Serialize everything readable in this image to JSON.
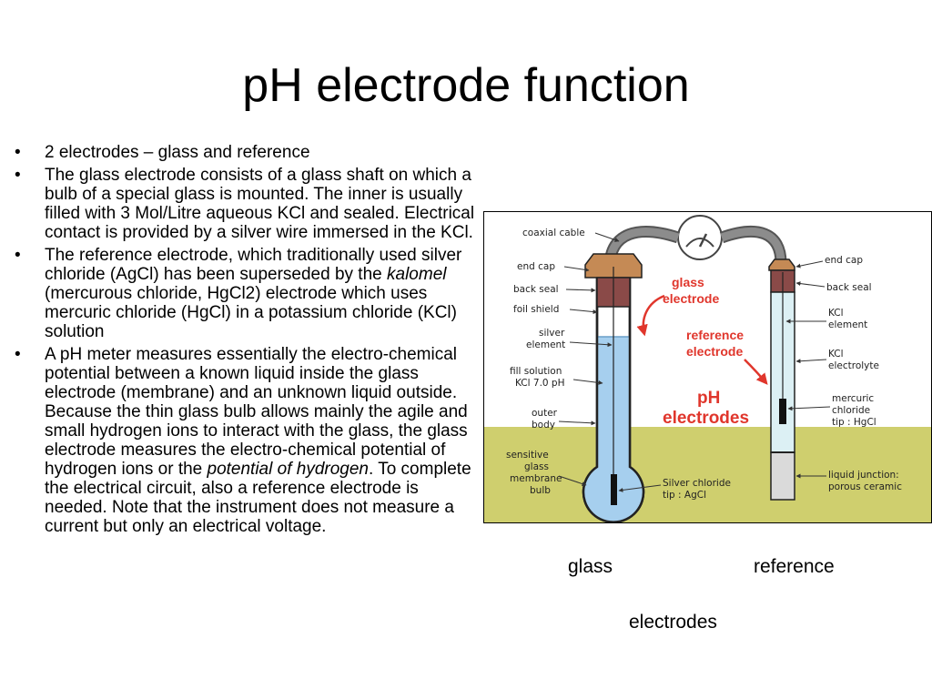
{
  "slide": {
    "title": "pH electrode function",
    "bullets": [
      {
        "parts": [
          {
            "text": "2 electrodes – glass and reference",
            "italic": false
          }
        ]
      },
      {
        "parts": [
          {
            "text": "The glass electrode consists of a glass shaft on which a bulb of a special glass is mounted. The inner is usually filled with 3 Mol/Litre aqueous KCl and sealed. Electrical contact is provided by a silver wire immersed in the KCl.",
            "italic": false
          }
        ]
      },
      {
        "parts": [
          {
            "text": "The reference electrode, which traditionally used silver chloride (AgCl) has been superseded by the ",
            "italic": false
          },
          {
            "text": "kalomel",
            "italic": true
          },
          {
            "text": " (mercurous chloride, HgCl2) electrode which uses mercuric chloride (HgCl) in a potassium chloride (KCl) solution",
            "italic": false
          }
        ]
      },
      {
        "parts": [
          {
            "text": "A pH meter measures essentially the electro-chemical potential between a known liquid inside the glass electrode (membrane) and an unknown liquid outside. Because the thin glass bulb allows mainly the agile and small hydrogen ions to interact with the glass, the glass electrode measures the electro-chemical potential of hydrogen ions or the ",
            "italic": false
          },
          {
            "text": "potential of hydrogen",
            "italic": true
          },
          {
            "text": ". To complete the electrical circuit, also a reference electrode is needed. Note that the instrument does not measure a current but only an electrical voltage.",
            "italic": false
          }
        ]
      }
    ],
    "captions": {
      "glass": "glass",
      "reference": "reference",
      "electrodes": "electrodes"
    }
  },
  "diagram": {
    "left_labels": {
      "coaxial_cable": "coaxial cable",
      "end_cap": "end cap",
      "back_seal": "back seal",
      "foil_shield": "foil shield",
      "silver_element_1": "silver",
      "silver_element_2": "element",
      "fill_solution_1": "fill solution",
      "fill_solution_2": "KCl 7.0 pH",
      "outer_body_1": "outer",
      "outer_body_2": "body",
      "sensitive_1": "sensitive",
      "sensitive_2": "glass",
      "sensitive_3": "membrane",
      "sensitive_4": "bulb"
    },
    "right_labels": {
      "end_cap": "end cap",
      "back_seal": "back seal",
      "kcl_element_1": "KCl",
      "kcl_element_2": "element",
      "kcl_electrolyte_1": "KCl",
      "kcl_electrolyte_2": "electrolyte",
      "mercuric_1": "mercuric",
      "mercuric_2": "chloride",
      "mercuric_3": "tip : HgCl",
      "junction_1": "liquid junction:",
      "junction_2": "porous ceramic"
    },
    "center_labels": {
      "silver_chloride_1": "Silver chloride",
      "silver_chloride_2": "tip : AgCl",
      "glass_electrode_1": "glass",
      "glass_electrode_2": "electrode",
      "reference_electrode_1": "reference",
      "reference_electrode_2": "electrode",
      "ph_electrodes_1": "pH",
      "ph_electrodes_2": "electrodes"
    },
    "colors": {
      "solution": "#cfcf6e",
      "fill_liquid": "#a6cfee",
      "end_cap": "#c58a55",
      "back_seal": "#8a4a48",
      "reference_tube": "#dcf0f4",
      "junction": "#dadada",
      "cable": "#8c8c8c",
      "callout_red": "#e0362c"
    }
  }
}
